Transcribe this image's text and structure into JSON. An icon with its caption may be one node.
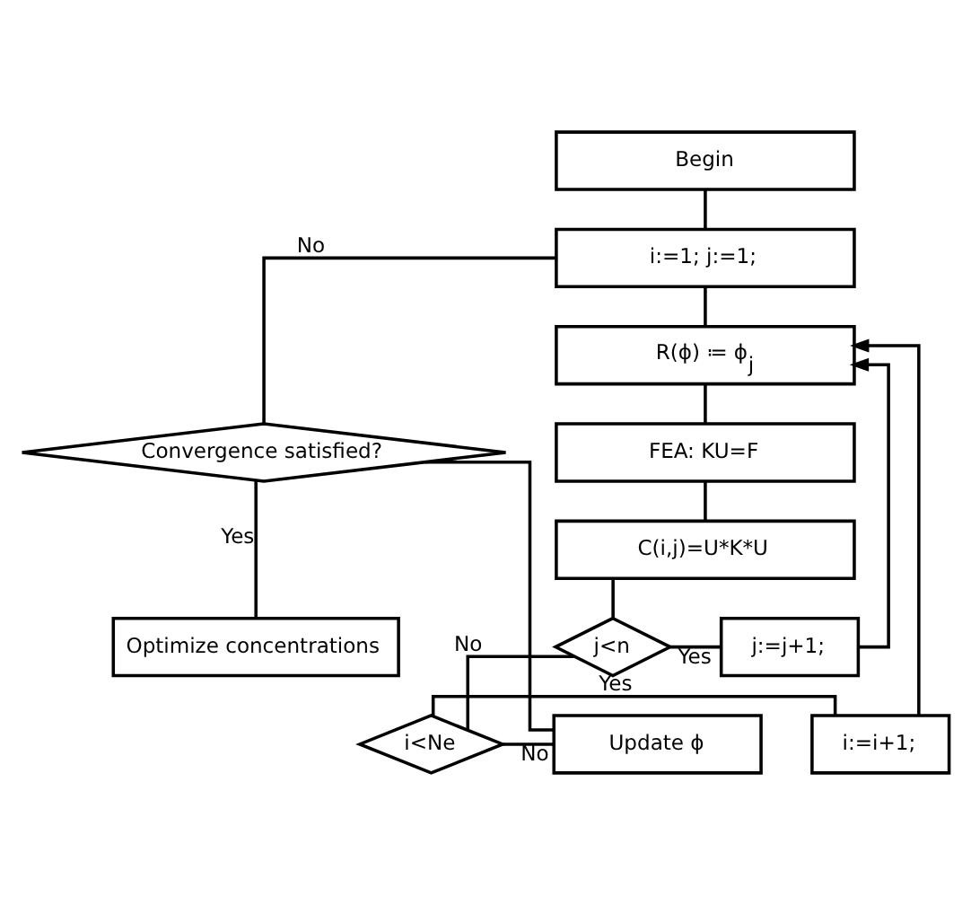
{
  "diagram": {
    "nodes": [
      {
        "text": [
          "Begin"
        ]
      },
      {
        "text": [
          "i:=1; j:=1;"
        ]
      },
      {
        "text": [
          "R(ϕ) ≔ ϕ$_{j}$"
        ]
      },
      {
        "text": [
          "FEA: KU=F"
        ]
      },
      {
        "text": [
          "C(i,j)=U*K*U"
        ]
      },
      {
        "text": [
          "j<n"
        ]
      },
      {
        "text": [
          "j:=j+1;"
        ]
      },
      {
        "text": [
          "i<Ne"
        ]
      },
      {
        "text": [
          "i:=i+1;"
        ]
      },
      {
        "text": [
          "Update ϕ"
        ]
      },
      {
        "text": [
          "Convergence satisfied?"
        ]
      },
      {
        "text": [
          "Optimize concentrations"
        ]
      }
    ],
    "edges": [
      {
        "from": 0,
        "to": 1,
        "arrow": "none"
      },
      {
        "from": 1,
        "to": 2,
        "arrow": "none"
      },
      {
        "from": 2,
        "to": 3,
        "arrow": "none"
      },
      {
        "from": 3,
        "to": 4,
        "arrow": "none"
      },
      {
        "from": 4,
        "to": 5,
        "arrow": "none"
      },
      {
        "from": 5,
        "to": 6,
        "label": "Yes",
        "arrow": "none"
      },
      {
        "from": 6,
        "to": 2,
        "arrow": "to"
      },
      {
        "from": 5,
        "to": 7,
        "label": "No",
        "arrow": "none"
      },
      {
        "from": 7,
        "to": 8,
        "label": "Yes",
        "arrow": "none"
      },
      {
        "from": 8,
        "to": 2,
        "arrow": "to"
      },
      {
        "from": 7,
        "to": 9,
        "label": "No",
        "arrow": "none"
      },
      {
        "from": 9,
        "to": 10,
        "arrow": "none"
      },
      {
        "from": 10,
        "to": 1,
        "label": "No",
        "arrow": "none"
      },
      {
        "from": 10,
        "to": 11,
        "label": "Yes",
        "arrow": "none"
      }
    ]
  }
}
